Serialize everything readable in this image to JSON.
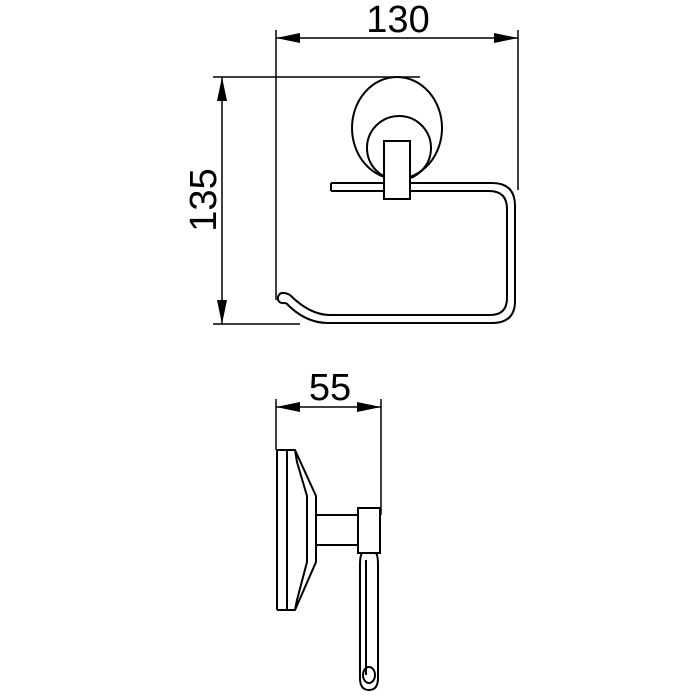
{
  "front_view": {
    "width_label": "130",
    "height_label": "135"
  },
  "side_view": {
    "depth_label": "55"
  }
}
